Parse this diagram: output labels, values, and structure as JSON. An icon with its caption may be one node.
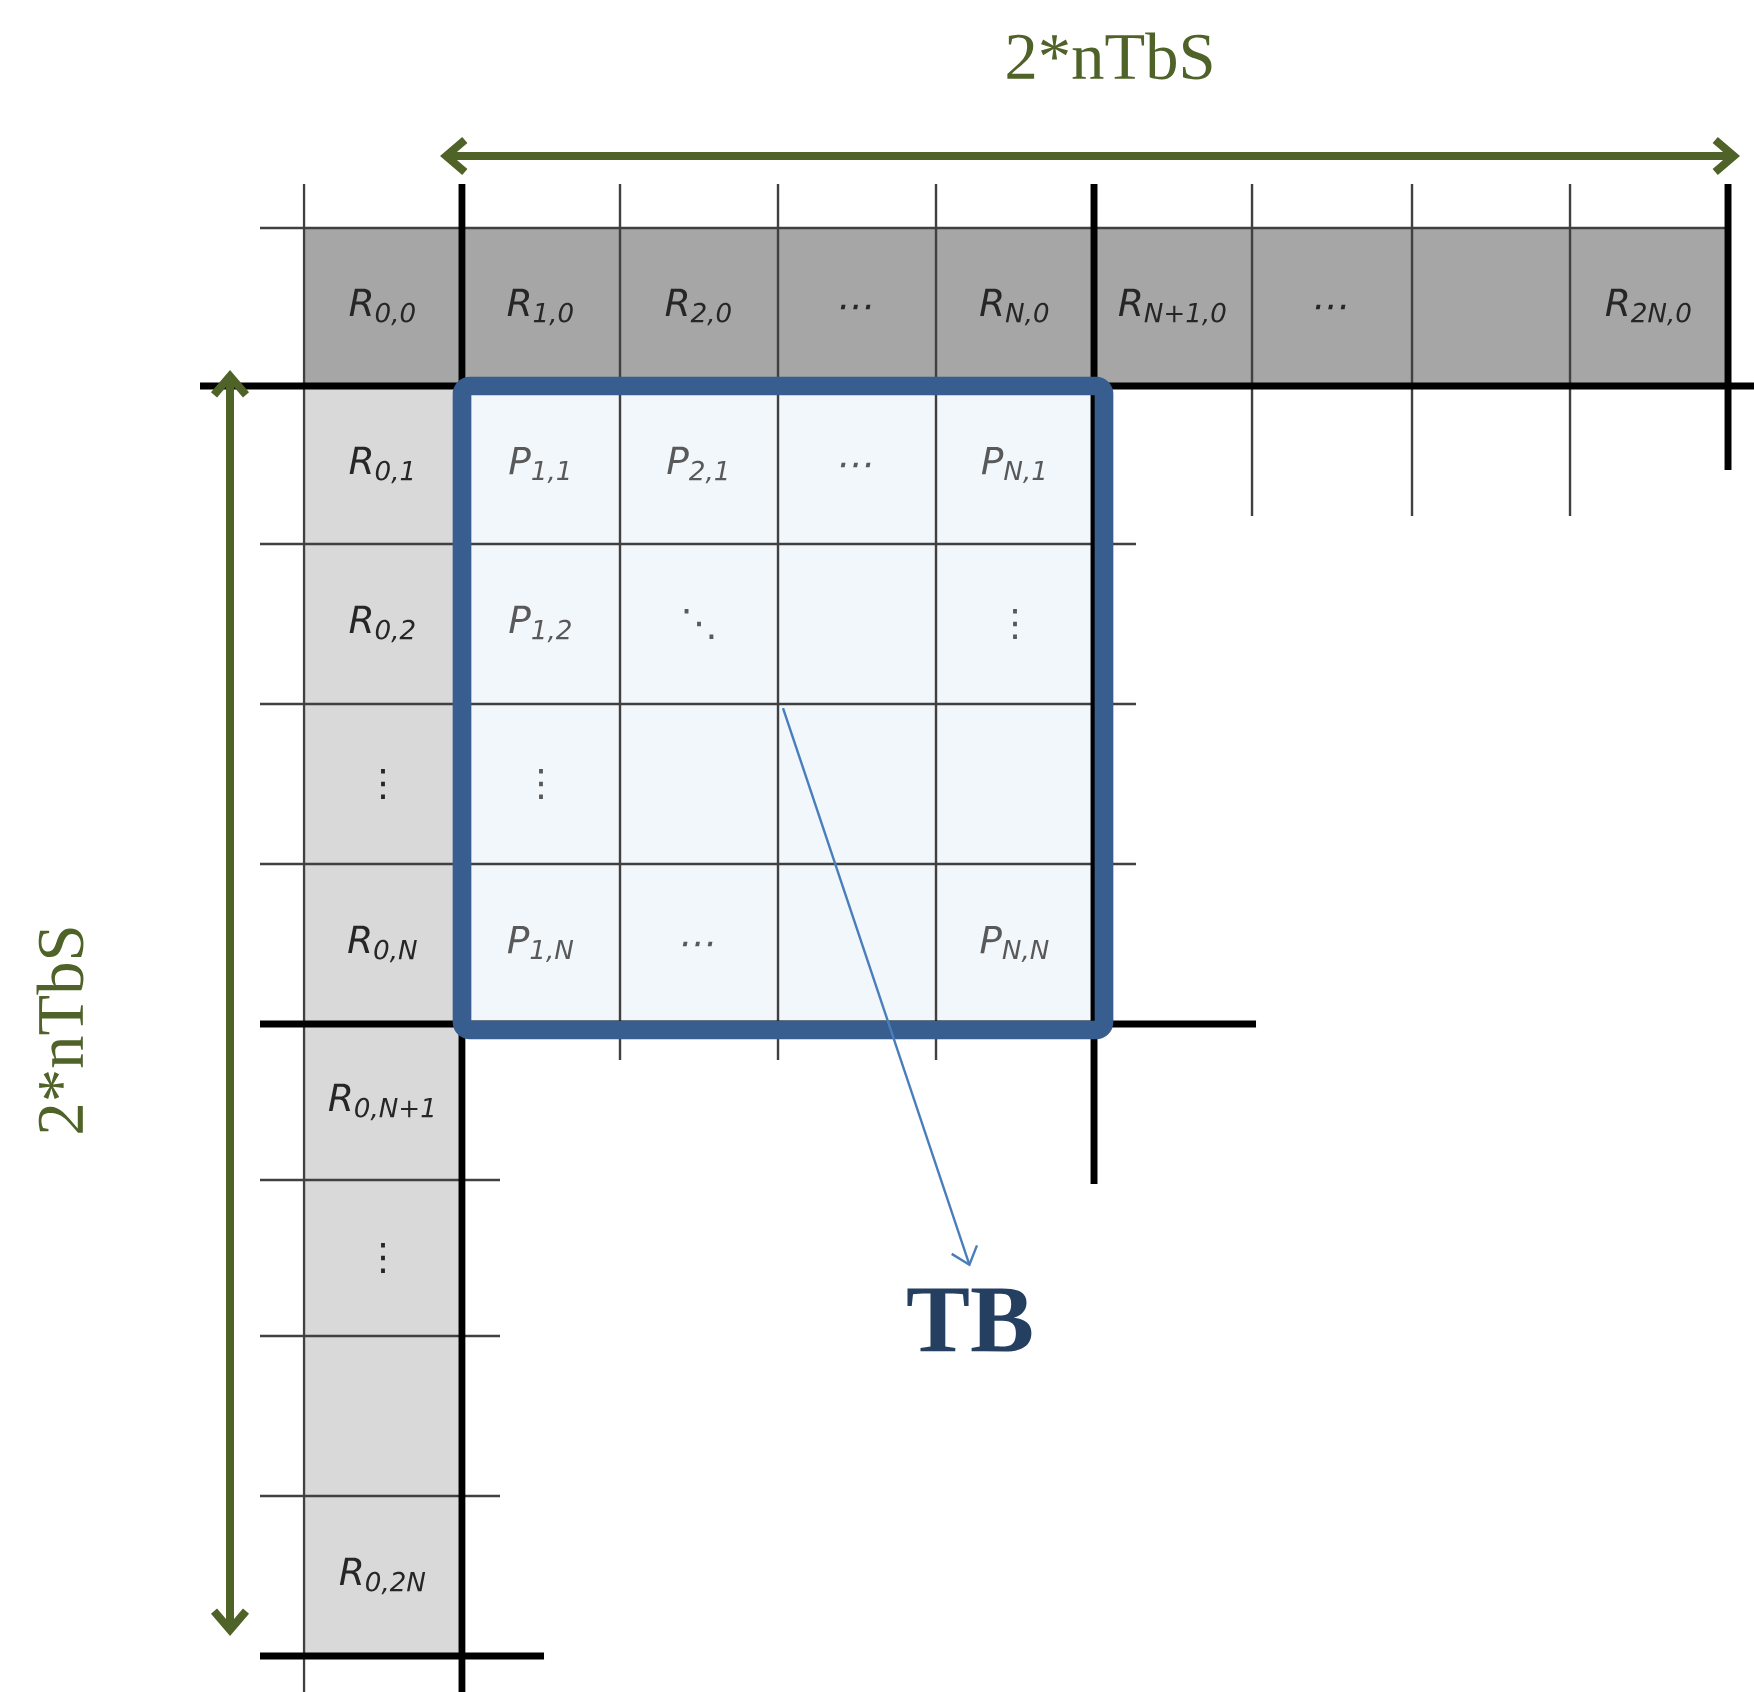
{
  "diagram": {
    "nodes": [
      {
        "text": [],
        "shape": "box"
      },
      {
        "text": [
          "TB"
        ]
      }
    ],
    "edges": [
      {
        "from": 0,
        "to": 1,
        "arrow": "to"
      }
    ],
    "labels": [
      "2*nTbS",
      "R$_{0,0}$",
      "R$_{1,0}$",
      "R$_{2,0}$",
      "…",
      "R$_{N,0}$",
      "R$_{N+1,0}$",
      "…",
      "R$_{2N,0}$",
      "R$_{0,1}$",
      "P$_{1,1}$",
      "P$_{2,1}$",
      "…",
      "P$_{N,1}$",
      "R$_{0,2}$",
      "P$_{1,2}$",
      "⋱",
      "⋮",
      "⋮",
      "⋮",
      "R$_{0,N}$",
      "P$_{1,N}$",
      "…",
      "P$_{N,N}$",
      "R$_{0,N+1}$",
      "⋮",
      "R$_{0,2N}$",
      "2*nTbS"
    ]
  }
}
